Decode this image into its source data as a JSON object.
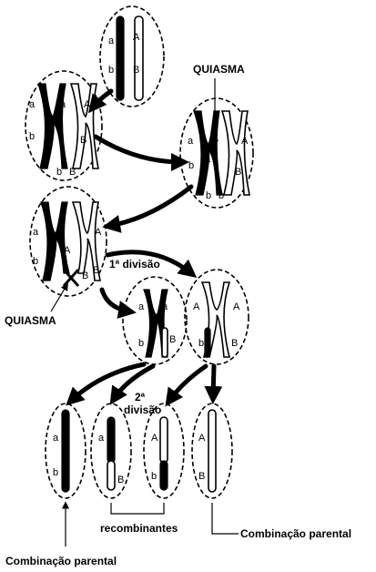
{
  "labels": {
    "quiasma": "QUIASMA",
    "first_division": "1ª divisão",
    "second_division_line1": "2ª",
    "second_division_line2": "divisão",
    "recombinants": "recombinantes",
    "parental_combination": "Combinação parental",
    "allele_a": "a",
    "allele_A": "A",
    "allele_b": "b",
    "allele_B": "B"
  },
  "colors": {
    "ink": "#000000",
    "background": "#ffffff"
  }
}
